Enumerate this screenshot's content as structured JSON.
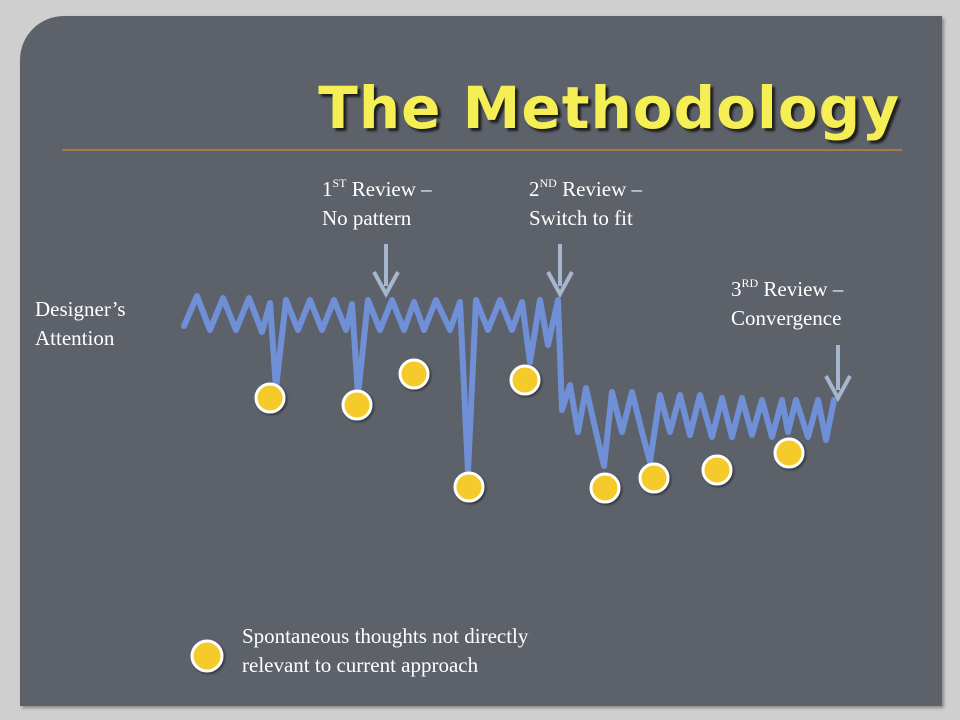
{
  "title": "The Methodology",
  "attention_label": {
    "line1": "Designer’s",
    "line2": "Attention"
  },
  "reviews": [
    {
      "num": "1",
      "sup": "ST",
      "text": " Review –",
      "line2": "No pattern"
    },
    {
      "num": "2",
      "sup": "ND",
      "text": " Review –",
      "line2": "Switch to fit"
    },
    {
      "num": "3",
      "sup": "RD",
      "text": " Review –",
      "line2": "Convergence"
    }
  ],
  "legend": {
    "line1": "Spontaneous thoughts not directly",
    "line2": "relevant to current approach"
  },
  "colors": {
    "panel": "#5d626a",
    "title": "#f5ee55",
    "wave": "#6f8fd6",
    "dot": "#f4cb2c",
    "arrow": "#a6b6cc"
  }
}
